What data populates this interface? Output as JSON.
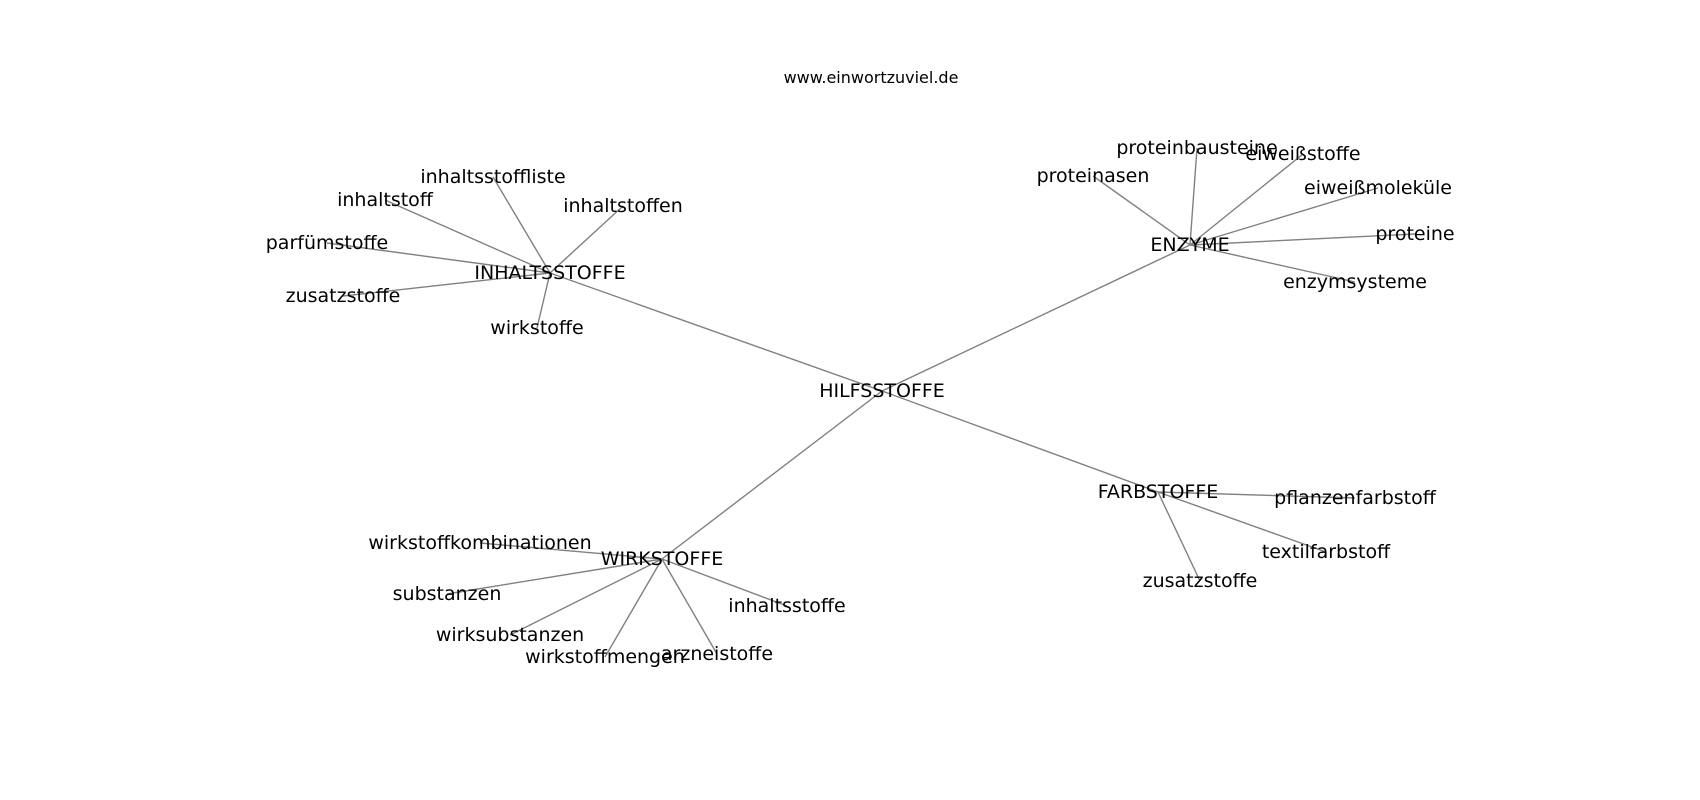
{
  "header": {
    "site": "www.einwortzuviel.de"
  },
  "graph": {
    "center": {
      "id": "hilfsstoffe",
      "label": "HILFSSTOFFE"
    },
    "hubs": [
      {
        "id": "inhaltsstoffe",
        "label": "INHALTSSTOFFE",
        "leaves": [
          "inhaltsstoffliste",
          "inhaltstoff",
          "inhaltstoffen",
          "parfümstoffe",
          "zusatzstoffe",
          "wirkstoffe"
        ]
      },
      {
        "id": "enzyme",
        "label": "ENZYME",
        "leaves": [
          "proteinbausteine",
          "proteinasen",
          "eiweißstoffe",
          "eiweißmoleküle",
          "proteine",
          "enzymsysteme"
        ]
      },
      {
        "id": "farbstoffe",
        "label": "FARBSTOFFE",
        "leaves": [
          "pflanzenfarbstoff",
          "textilfarbstoff",
          "zusatzstoffe"
        ]
      },
      {
        "id": "wirkstoffe",
        "label": "WIRKSTOFFE",
        "leaves": [
          "wirkstoffkombinationen",
          "substanzen",
          "wirksubstanzen",
          "wirkstoffmengen",
          "arzneistoffe",
          "inhaltsstoffe"
        ]
      }
    ]
  }
}
